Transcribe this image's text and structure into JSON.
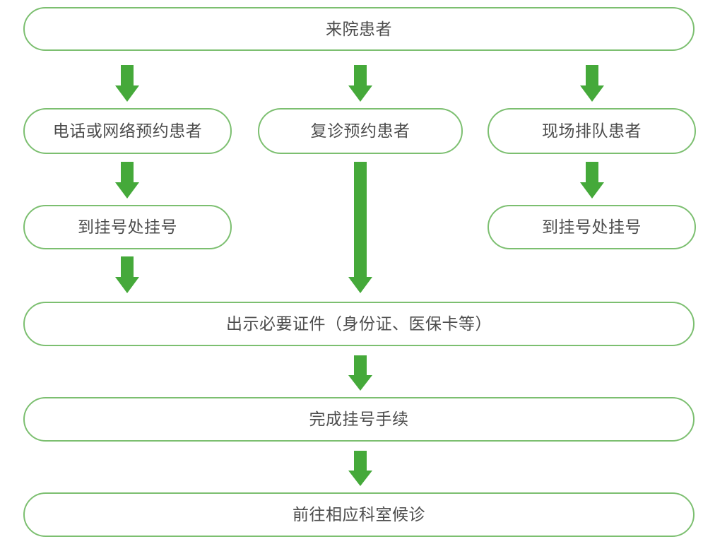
{
  "diagram": {
    "title_text": "",
    "accent_border_color": "#7cbf70",
    "arrow_color": "#45a93a",
    "text_color": "#4c4c4c",
    "background_color": "#ffffff",
    "nodes": [
      {
        "id": "n1",
        "label": "来院患者"
      },
      {
        "id": "n2",
        "label": "电话或网络预约患者"
      },
      {
        "id": "n3",
        "label": "复诊预约患者"
      },
      {
        "id": "n4",
        "label": "现场排队患者"
      },
      {
        "id": "n5",
        "label": "到挂号处挂号"
      },
      {
        "id": "n6",
        "label": "到挂号处挂号"
      },
      {
        "id": "n7",
        "label": "出示必要证件（身份证、医保卡等）"
      },
      {
        "id": "n8",
        "label": "完成挂号手续"
      },
      {
        "id": "n9",
        "label": "前往相应科室候诊"
      }
    ],
    "edges": [
      {
        "id": "e1",
        "from": "n1",
        "to": "n2",
        "kind": "short-down-arrow"
      },
      {
        "id": "e2",
        "from": "n1",
        "to": "n3",
        "kind": "short-down-arrow"
      },
      {
        "id": "e3",
        "from": "n1",
        "to": "n4",
        "kind": "short-down-arrow"
      },
      {
        "id": "e4",
        "from": "n2",
        "to": "n5",
        "kind": "short-down-arrow"
      },
      {
        "id": "e5",
        "from": "n4",
        "to": "n6",
        "kind": "short-down-arrow"
      },
      {
        "id": "e6",
        "from": "n5",
        "to": "n7",
        "kind": "short-down-arrow"
      },
      {
        "id": "e7",
        "from": "n3",
        "to": "n7",
        "kind": "long-down-arrow"
      },
      {
        "id": "e8",
        "from": "n7",
        "to": "n8",
        "kind": "short-down-arrow"
      },
      {
        "id": "e9",
        "from": "n8",
        "to": "n9",
        "kind": "short-down-arrow"
      }
    ]
  }
}
